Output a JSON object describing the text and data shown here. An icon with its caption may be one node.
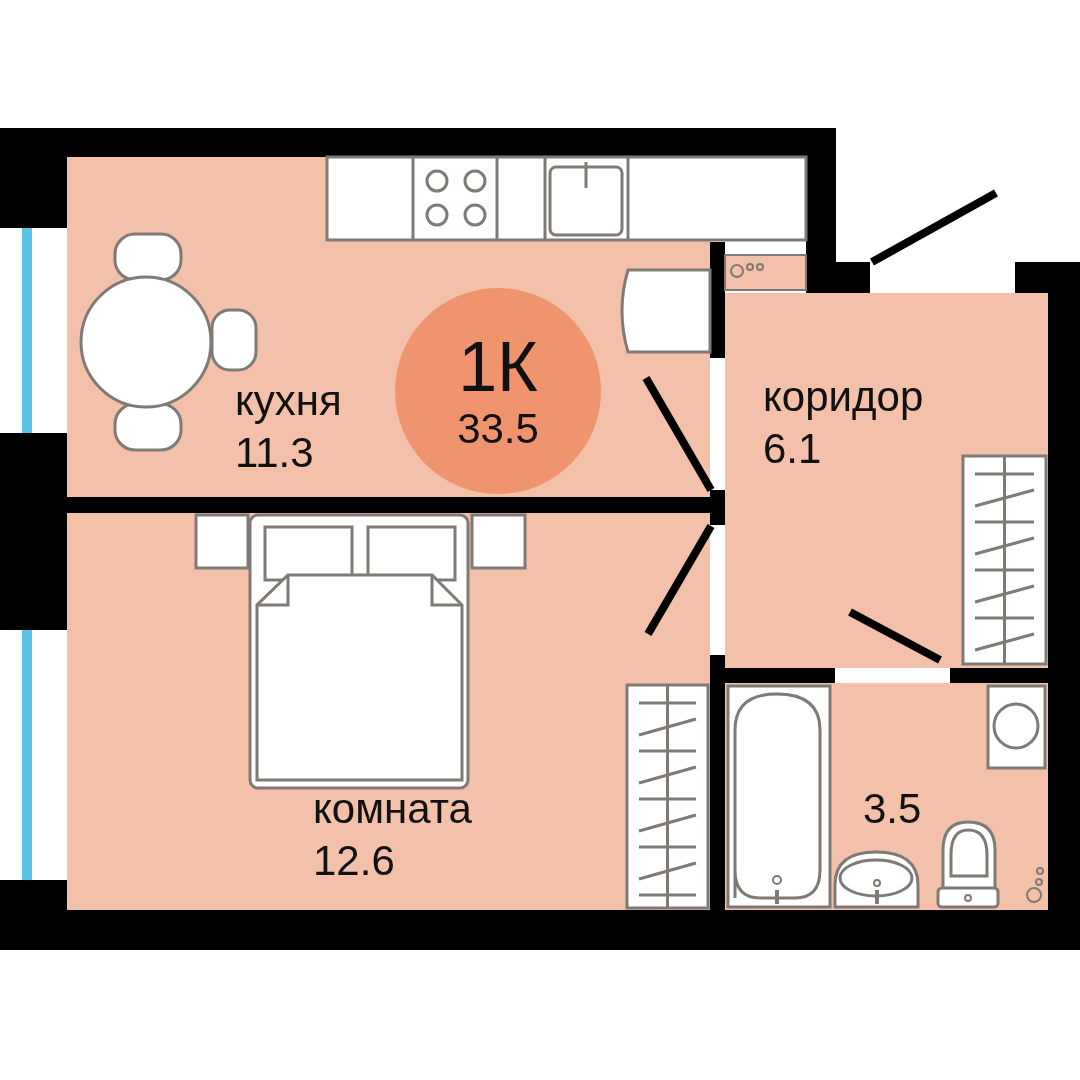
{
  "diagram": {
    "nodes": [
      {
        "text": [
          "кухня",
          "11.3"
        ]
      },
      {
        "text": [
          "1К",
          "33.5"
        ],
        "in": 0
      },
      {
        "text": [
          "коридор",
          "6.1"
        ]
      },
      {
        "text": [
          "комната",
          "12.6"
        ]
      },
      {
        "text": [
          "3.5"
        ]
      }
    ],
    "edges": []
  }
}
